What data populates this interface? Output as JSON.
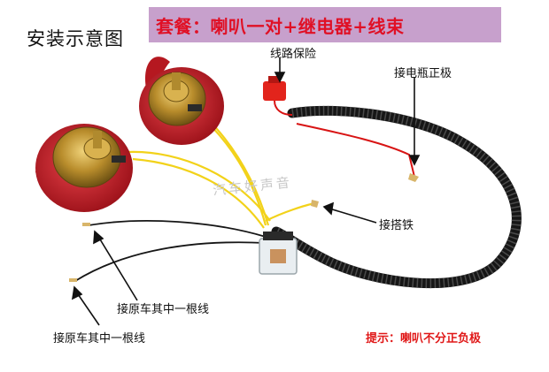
{
  "title": "安装示意图",
  "banner": "套餐：喇叭一对+继电器+线束",
  "labels": {
    "fuse": "线路保险",
    "battery_positive": "接电瓶正极",
    "ground": "接搭铁",
    "original_wire_1": "接原车其中一根线",
    "original_wire_2": "接原车其中一根线"
  },
  "hint": "提示：喇叭不分正负极",
  "watermark": "汽车好声音",
  "colors": {
    "banner_bg": "#c7a0cc",
    "banner_text": "#e01025",
    "horn_red": "#c81e28",
    "wire_yellow": "#f2d21a",
    "wire_red": "#d81414",
    "conduit_black": "#161616",
    "fuse_red": "#e2241c",
    "hint_red": "#e01818"
  }
}
